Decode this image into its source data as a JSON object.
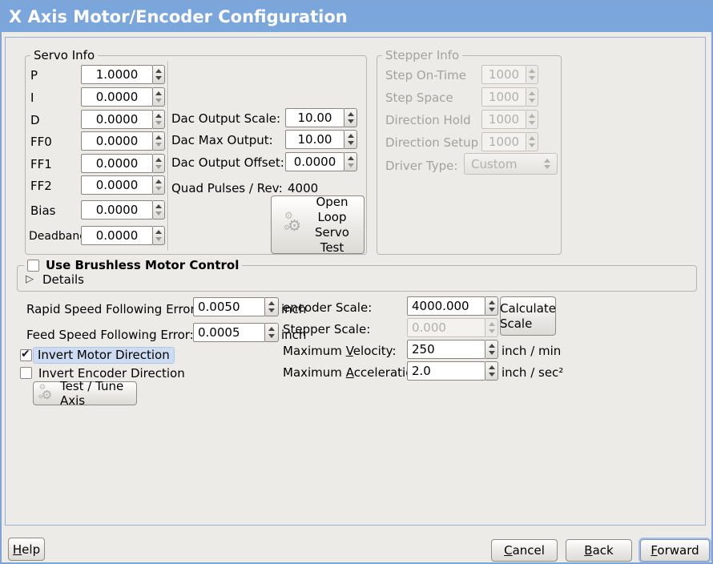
{
  "window": {
    "title": "X Axis Motor/Encoder Configuration"
  },
  "servo_info": {
    "title": "Servo Info",
    "params": [
      {
        "label": "P",
        "value": "1.0000"
      },
      {
        "label": "I",
        "value": "0.0000"
      },
      {
        "label": "D",
        "value": "0.0000"
      },
      {
        "label": "FF0",
        "value": "0.0000"
      },
      {
        "label": "FF1",
        "value": "0.0000"
      },
      {
        "label": "FF2",
        "value": "0.0000"
      },
      {
        "label": "Bias",
        "value": "0.0000"
      },
      {
        "label": "Deadband",
        "value": "0.0000"
      }
    ],
    "dac_rows": [
      {
        "label": "Dac Output Scale:",
        "value": "10.00"
      },
      {
        "label": "Dac Max Output:",
        "value": "10.00"
      },
      {
        "label": "Dac Output Offset:",
        "value": "0.0000"
      }
    ],
    "quad_pulses_label": "Quad Pulses / Rev:",
    "quad_pulses_value": "4000",
    "open_loop_button": "Open\nLoop\nServo\nTest"
  },
  "stepper_info": {
    "title": "Stepper Info",
    "enabled": false,
    "params": [
      {
        "label": "Step On-Time",
        "value": "1000"
      },
      {
        "label": "Step Space",
        "value": "1000"
      },
      {
        "label": "Direction Hold",
        "value": "1000"
      },
      {
        "label": "Direction Setup",
        "value": "1000"
      }
    ],
    "driver_type_label": "Driver Type:",
    "driver_type_value": "Custom"
  },
  "brushless": {
    "checkbox_label": "Use Brushless Motor Control",
    "checked": false,
    "details_label": "Details",
    "expanded": false
  },
  "following_errors": [
    {
      "label": "Rapid Speed Following Error:",
      "value": "0.0050",
      "unit": "inch"
    },
    {
      "label": "Feed Speed Following Error:",
      "value": "0.0005",
      "unit": "inch"
    }
  ],
  "scaling": {
    "encoder_label": "encoder Scale:",
    "encoder_value": "4000.000",
    "calculate_button": "Calculate\nScale",
    "stepper_label": "Stepper Scale:",
    "stepper_value": "0.000",
    "stepper_enabled": false,
    "velocity_label": {
      "pre": "Maximum ",
      "key": "V",
      "post": "elocity:"
    },
    "velocity_value": "250",
    "velocity_unit": "inch / min",
    "acceleration_label": {
      "pre": "Maximum ",
      "key": "A",
      "post": "cceleration:"
    },
    "acceleration_value": "2.0",
    "acceleration_unit": "inch / sec²"
  },
  "direction": {
    "invert_motor_label": "Invert Motor Direction",
    "invert_motor_checked": true,
    "invert_encoder_label": "Invert Encoder Direction",
    "invert_encoder_checked": false,
    "test_tune_button": "Test / Tune Axis"
  },
  "footer": {
    "help": {
      "key": "H",
      "post": "elp"
    },
    "cancel": {
      "key": "C",
      "post": "ancel"
    },
    "back": {
      "key": "B",
      "post": "ack"
    },
    "forward": {
      "key": "F",
      "post": "orward"
    }
  },
  "icons": {
    "gear_glyph": "⚙",
    "check_glyph": "✔",
    "expander_glyph": "▷"
  },
  "colors": {
    "titlebar": "#7ba6db",
    "window_bg": "#ecebe8",
    "panel_border": "#9ab1d6",
    "focus_highlight": "#cddcf2"
  }
}
